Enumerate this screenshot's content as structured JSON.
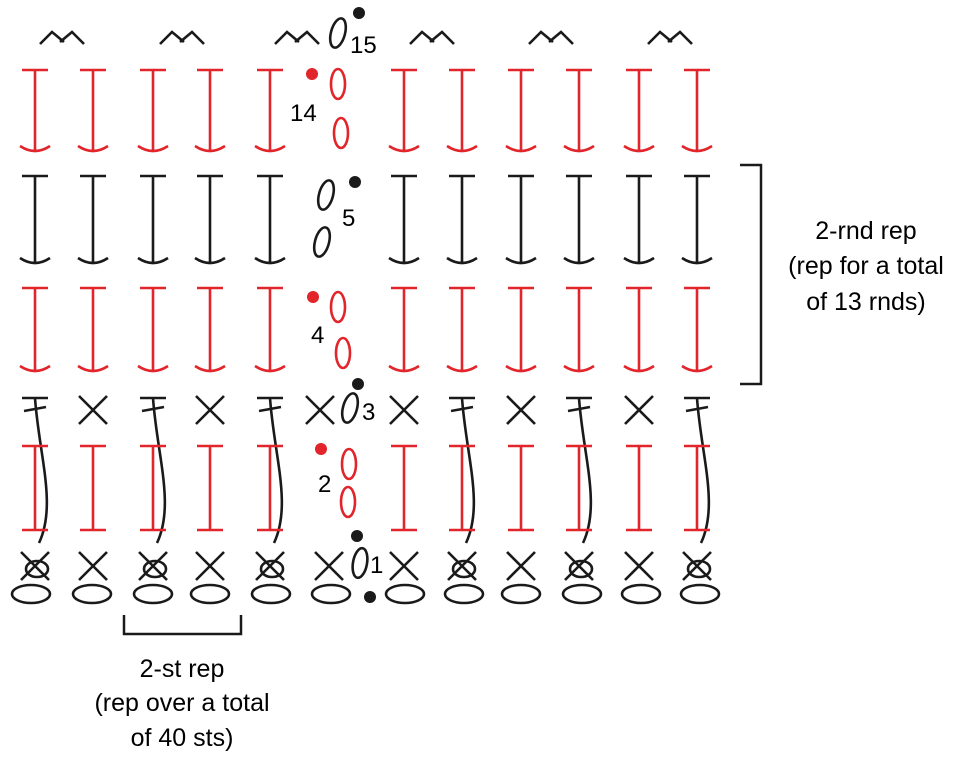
{
  "colors": {
    "black": "#1a1a1a",
    "red": "#e1252b",
    "background": "#ffffff"
  },
  "rounds": {
    "r1": "1",
    "r2": "2",
    "r3": "3",
    "r4": "4",
    "r5": "5",
    "r14": "14",
    "r15": "15"
  },
  "round_rep": {
    "line1": "2-rnd rep",
    "line2": "(rep for a total",
    "line3": "of 13 rnds)"
  },
  "stitch_rep": {
    "line1": "2-st rep",
    "line2": "(rep over a total",
    "line3": "of 40 sts)"
  }
}
